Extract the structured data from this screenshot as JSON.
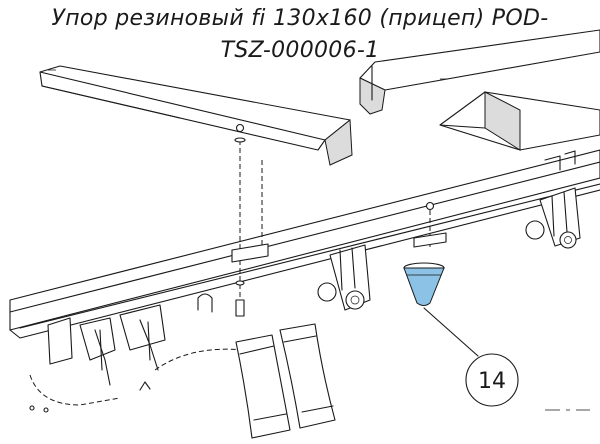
{
  "title": {
    "line1": "Упор резиновый fi 130x160 (прицеп) POD-",
    "line2": "TSZ-000006-1"
  },
  "callout": {
    "label": "14"
  },
  "colors": {
    "highlight_part": "#8cc2e6",
    "line": "#1a1a1a",
    "shade": "#dcdcdc"
  }
}
